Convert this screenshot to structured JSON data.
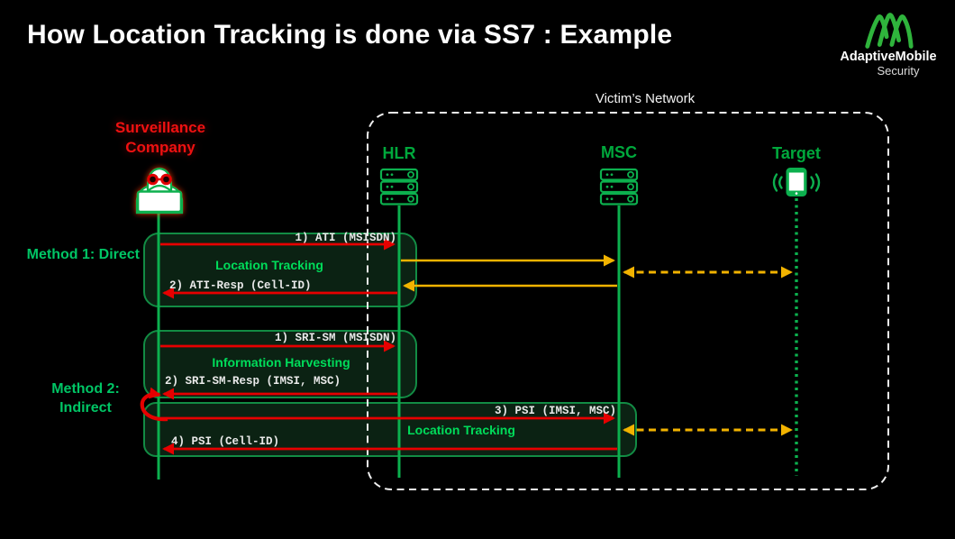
{
  "header": {
    "title": "How Location Tracking is done via SS7 : Example",
    "logo": {
      "brand": "AdaptiveMobile",
      "sub": "Security"
    }
  },
  "network": {
    "label": "Victim’s Network"
  },
  "actors": {
    "surveillance": {
      "label": "Surveillance\nCompany"
    },
    "hlr": {
      "label": "HLR"
    },
    "msc": {
      "label": "MSC"
    },
    "target": {
      "label": "Target"
    }
  },
  "method1": {
    "label": "Method 1: Direct",
    "caption": "Location Tracking",
    "msg1": "1) ATI (MSISDN)",
    "msg2": "2) ATI-Resp (Cell-ID)"
  },
  "method2": {
    "label": "Method 2:\nIndirect",
    "caption_harvest": "Information Harvesting",
    "caption_track": "Location Tracking",
    "msg1": "1) SRI-SM (MSISDN)",
    "msg2": "2) SRI-SM-Resp (IMSI, MSC)",
    "msg3": "3) PSI (IMSI, MSC)",
    "msg4": "4) PSI (Cell-ID)"
  },
  "icons": {
    "logo_mark": "adaptivemobile-m-loops-icon",
    "surveillance": "hacker-at-laptop-icon",
    "hlr": "server-stack-icon",
    "msc": "server-stack-icon",
    "target": "mobile-phone-signal-icon"
  },
  "colors": {
    "green": "#0CB04E",
    "label_green": "#00A83C",
    "bright_green": "#00DC5A",
    "method_green": "#00C565",
    "red": "#E60000",
    "red_text": "#EE1111",
    "amber": "#F2B300",
    "box_fill": "#0B2213",
    "box_stroke": "#128C44"
  }
}
